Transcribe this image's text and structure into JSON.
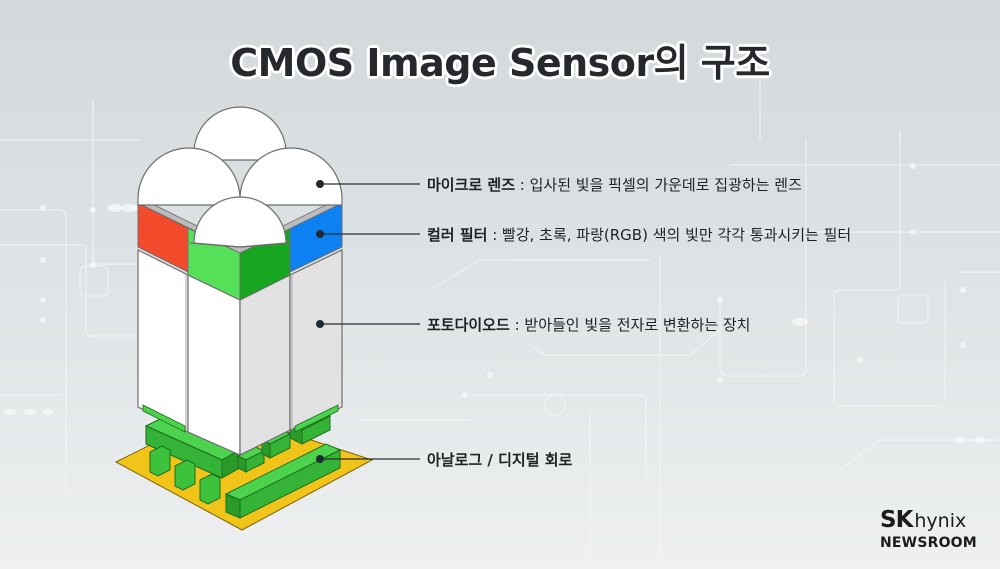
{
  "title": "CMOS Image Sensor의 구조",
  "colors": {
    "background_top": "#d3d9db",
    "background_bottom": "#eef0f1",
    "red_filter": "#f24a2b",
    "green_filter_light": "#55e05a",
    "green_filter_dark": "#17a61f",
    "blue_filter": "#0d80f2",
    "photodiode_front": "#ffffff",
    "photodiode_side": "#e2e2e2",
    "circuit_green": "#3ec63f",
    "circuit_base": "#f0c419",
    "text": "#1f2225"
  },
  "labels": [
    {
      "term": "마이크로 렌즈",
      "separator": " : ",
      "description": "입사된 빛을 픽셀의 가운데로 집광하는 렌즈"
    },
    {
      "term": "컬러 필터",
      "separator": " : ",
      "description": "빨강, 초록, 파랑(RGB) 색의 빛만 각각 통과시키는 필터"
    },
    {
      "term": "포토다이오드",
      "separator": " : ",
      "description": "받아들인 빛을 전자로 변환하는 장치"
    },
    {
      "term": "아날로그 / 디지털 회로",
      "separator": "",
      "description": ""
    }
  ],
  "logo": {
    "brand": "SK",
    "brand_suffix": "hynix",
    "subtitle": "NEWSROOM"
  }
}
